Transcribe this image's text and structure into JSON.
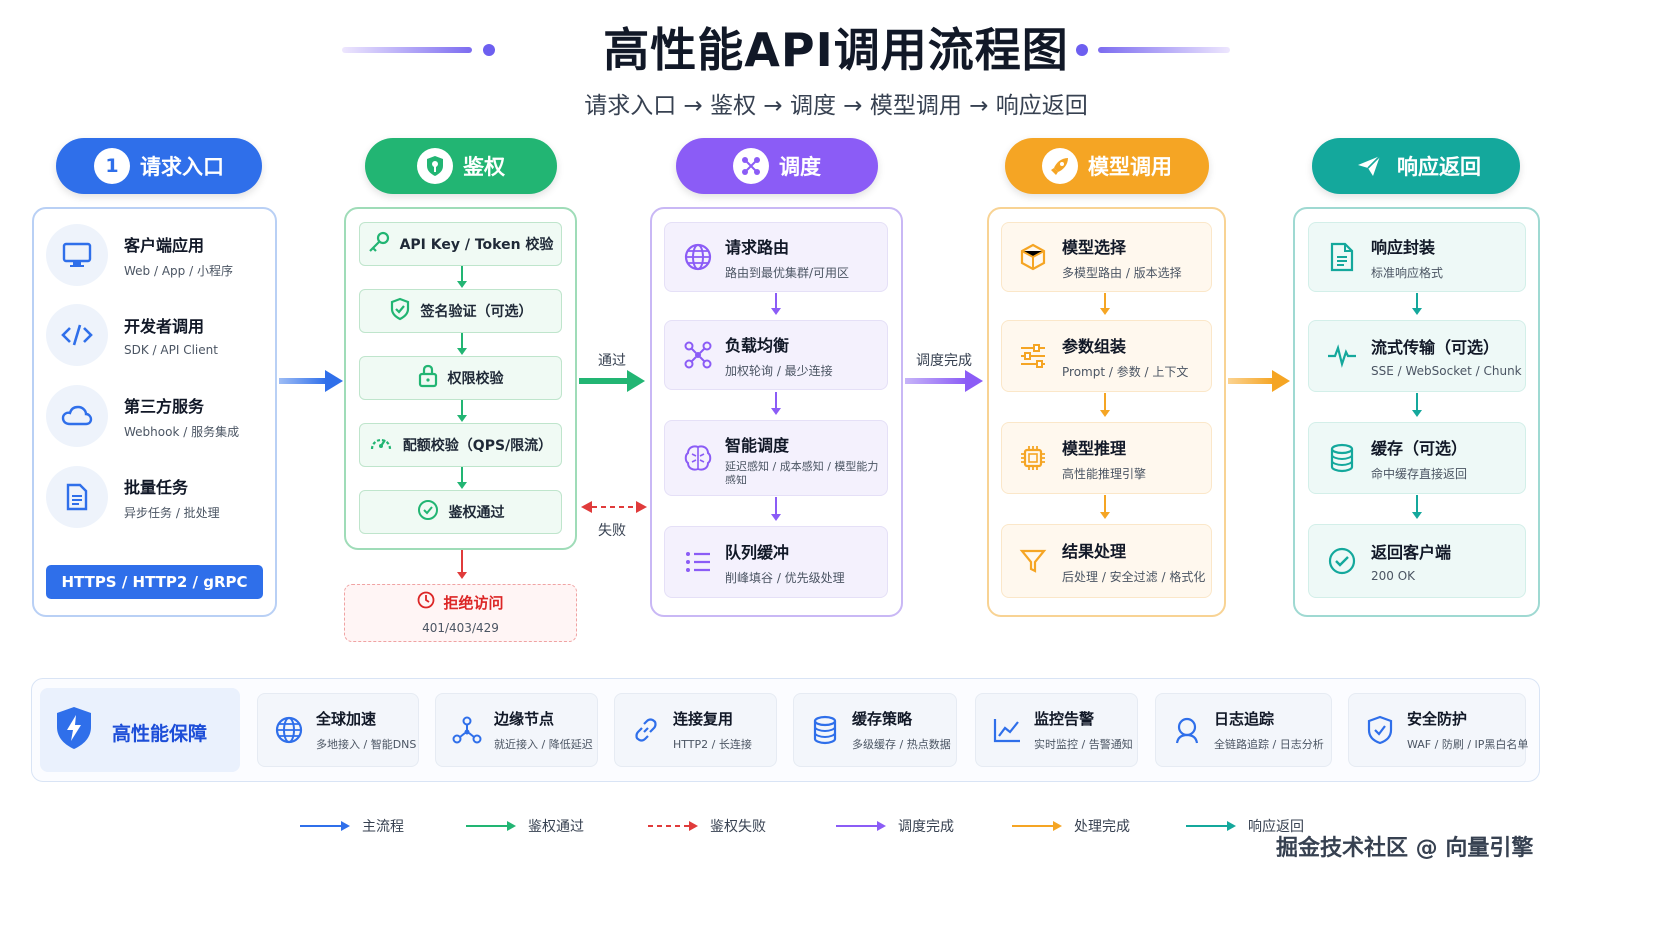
{
  "title": "高性能API调用流程图",
  "subtitle": "请求入口 → 鉴权 → 调度 → 模型调用 → 响应返回",
  "colors": {
    "blue": "#2f6fea",
    "green": "#22b573",
    "purple": "#8b5cf6",
    "orange": "#f5a524",
    "teal": "#14a89c",
    "red": "#e03b3b"
  },
  "columns": {
    "entry": {
      "label": "请求入口",
      "badge": "1",
      "items": [
        {
          "title": "客户端应用",
          "desc": "Web / App / 小程序",
          "icon": "monitor-icon"
        },
        {
          "title": "开发者调用",
          "desc": "SDK / API Client",
          "icon": "code-icon"
        },
        {
          "title": "第三方服务",
          "desc": "Webhook / 服务集成",
          "icon": "cloud-icon"
        },
        {
          "title": "批量任务",
          "desc": "异步任务 / 批处理",
          "icon": "document-icon"
        }
      ],
      "protocol": "HTTPS / HTTP2 / gRPC"
    },
    "auth": {
      "label": "鉴权",
      "items": [
        {
          "title": "API Key / Token 校验",
          "icon": "key-icon"
        },
        {
          "title": "签名验证（可选）",
          "icon": "shield-check-icon"
        },
        {
          "title": "权限校验",
          "icon": "lock-icon"
        },
        {
          "title": "配额校验（QPS/限流）",
          "icon": "gauge-icon"
        },
        {
          "title": "鉴权通过",
          "icon": "check-circle-icon"
        }
      ],
      "reject": {
        "title": "拒绝访问",
        "codes": "401/403/429"
      }
    },
    "schedule": {
      "label": "调度",
      "items": [
        {
          "title": "请求路由",
          "desc": "路由到最优集群/可用区",
          "icon": "globe-icon"
        },
        {
          "title": "负载均衡",
          "desc": "加权轮询 / 最少连接",
          "icon": "nodes-icon"
        },
        {
          "title": "智能调度",
          "desc": "延迟感知 / 成本感知 / 模型能力感知",
          "icon": "brain-icon"
        },
        {
          "title": "队列缓冲",
          "desc": "削峰填谷 / 优先级处理",
          "icon": "list-icon"
        }
      ]
    },
    "model": {
      "label": "模型调用",
      "items": [
        {
          "title": "模型选择",
          "desc": "多模型路由 / 版本选择",
          "icon": "cube-icon"
        },
        {
          "title": "参数组装",
          "desc": "Prompt / 参数 / 上下文",
          "icon": "sliders-icon"
        },
        {
          "title": "模型推理",
          "desc": "高性能推理引擎",
          "icon": "chip-icon"
        },
        {
          "title": "结果处理",
          "desc": "后处理 / 安全过滤 / 格式化",
          "icon": "funnel-icon"
        }
      ]
    },
    "response": {
      "label": "响应返回",
      "items": [
        {
          "title": "响应封装",
          "desc": "标准响应格式",
          "icon": "file-icon"
        },
        {
          "title": "流式传输（可选）",
          "desc": "SSE / WebSocket / Chunk",
          "icon": "pulse-icon"
        },
        {
          "title": "缓存（可选）",
          "desc": "命中缓存直接返回",
          "icon": "database-icon"
        },
        {
          "title": "返回客户端",
          "desc": "200 OK",
          "icon": "check-circle-icon"
        }
      ]
    }
  },
  "flow_labels": {
    "pass": "通过",
    "fail": "失败",
    "scheduled": "调度完成"
  },
  "guarantee": {
    "label": "高性能保障",
    "items": [
      {
        "title": "全球加速",
        "desc": "多地接入 / 智能DNS",
        "icon": "globe-icon"
      },
      {
        "title": "边缘节点",
        "desc": "就近接入 / 降低延迟",
        "icon": "edge-node-icon"
      },
      {
        "title": "连接复用",
        "desc": "HTTP2 / 长连接",
        "icon": "link-icon"
      },
      {
        "title": "缓存策略",
        "desc": "多级缓存 / 热点数据",
        "icon": "database-icon"
      },
      {
        "title": "监控告警",
        "desc": "实时监控 / 告警通知",
        "icon": "chart-icon"
      },
      {
        "title": "日志追踪",
        "desc": "全链路追踪 / 日志分析",
        "icon": "search-icon"
      },
      {
        "title": "安全防护",
        "desc": "WAF / 防刷 / IP黑白名单",
        "icon": "shield-icon"
      }
    ]
  },
  "legend": [
    {
      "label": "主流程",
      "color": "#2f6fea",
      "dashed": false
    },
    {
      "label": "鉴权通过",
      "color": "#22b573",
      "dashed": false
    },
    {
      "label": "鉴权失败",
      "color": "#e03b3b",
      "dashed": true
    },
    {
      "label": "调度完成",
      "color": "#8b5cf6",
      "dashed": false
    },
    {
      "label": "处理完成",
      "color": "#f5a524",
      "dashed": false
    },
    {
      "label": "响应返回",
      "color": "#14a89c",
      "dashed": false
    }
  ],
  "watermark": "掘金技术社区 @ 向量引擎"
}
